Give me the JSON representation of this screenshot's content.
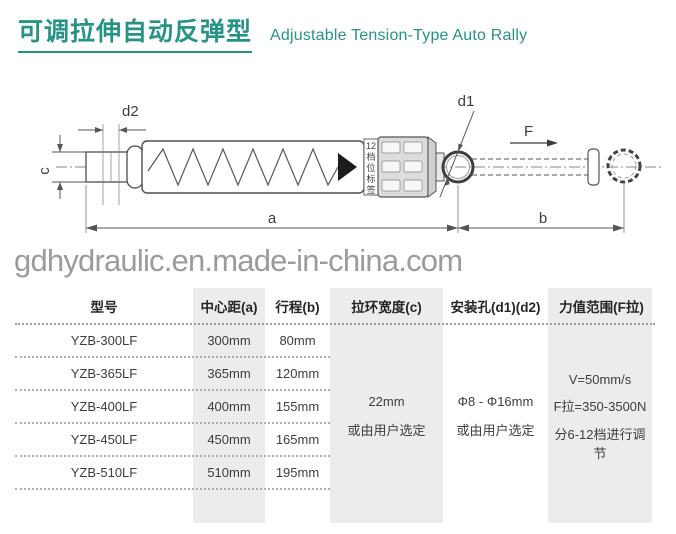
{
  "page": {
    "title_zh": "可调拉伸自动反弹型",
    "title_en": "Adjustable Tension-Type Auto Rally",
    "watermark": "gdhydraulic.en.made-in-china.com",
    "accent_color": "#279384",
    "band_color": "#ebedec"
  },
  "diagram": {
    "labels": {
      "d2": "d2",
      "c": "c",
      "d1": "d1",
      "force": "F",
      "dim_a": "a",
      "dim_b": "b"
    },
    "knob_label_chars": [
      "12",
      "档",
      "位",
      "标",
      "签"
    ]
  },
  "table": {
    "headers": [
      "型号",
      "中心距(a)",
      "行程(b)",
      "拉环宽度(c)",
      "安装孔(d1)(d2)",
      "力值范围(F拉)"
    ],
    "rows": [
      {
        "model": "YZB-300LF",
        "center_distance": "300mm",
        "stroke": "80mm"
      },
      {
        "model": "YZB-365LF",
        "center_distance": "365mm",
        "stroke": "120mm"
      },
      {
        "model": "YZB-400LF",
        "center_distance": "400mm",
        "stroke": "155mm"
      },
      {
        "model": "YZB-450LF",
        "center_distance": "450mm",
        "stroke": "165mm"
      },
      {
        "model": "YZB-510LF",
        "center_distance": "510mm",
        "stroke": "195mm"
      }
    ],
    "merged": {
      "ring_width": [
        "22mm",
        "或由用户选定"
      ],
      "mounting_hole": [
        "Φ8 - Φ16mm",
        "或由用户选定"
      ],
      "force_range": [
        "V=50mm/s",
        "F拉=350-3500N",
        "分6-12档进行调节"
      ]
    }
  }
}
